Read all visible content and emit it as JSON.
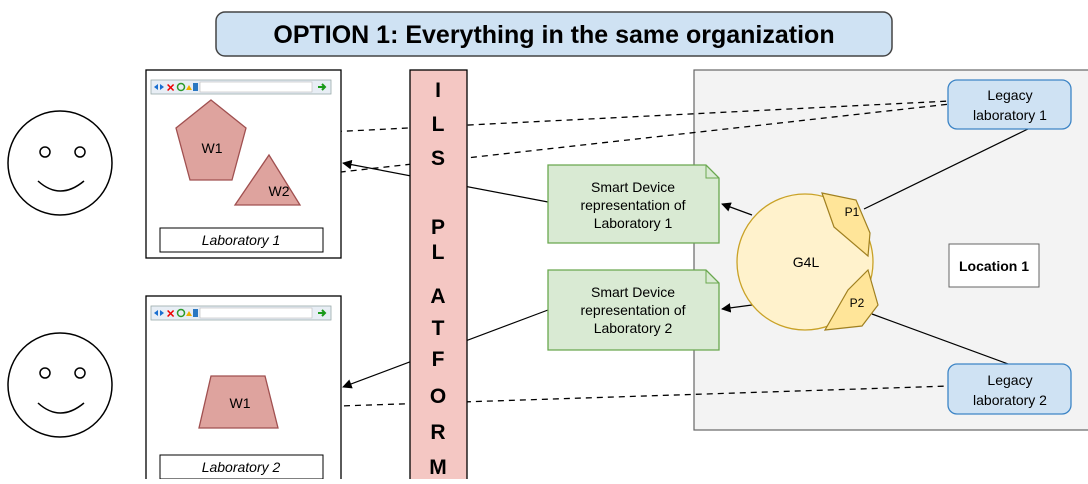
{
  "title": "OPTION 1: Everything in the same organization",
  "platform": {
    "letters": [
      "I",
      "L",
      "S",
      "P",
      "L",
      "A",
      "T",
      "F",
      "O",
      "R",
      "M"
    ]
  },
  "laboratory_1": {
    "label": "Laboratory 1",
    "widgets": [
      "W1",
      "W2"
    ]
  },
  "laboratory_2": {
    "label": "Laboratory 2",
    "widgets": [
      "W1"
    ]
  },
  "smart_device_1": {
    "lines": [
      "Smart Device",
      "representation of",
      "Laboratory 1"
    ]
  },
  "smart_device_2": {
    "lines": [
      "Smart Device",
      "representation of",
      "Laboratory 2"
    ]
  },
  "gateway": {
    "label": "G4L",
    "plug_1": "P1",
    "plug_2": "P2"
  },
  "location": {
    "label": "Location 1"
  },
  "legacy_1": {
    "lines": [
      "Legacy",
      "laboratory 1"
    ]
  },
  "legacy_2": {
    "lines": [
      "Legacy",
      "laboratory 2"
    ]
  },
  "colors": {
    "title_fill": "#cfe2f3",
    "title_stroke": "#444444",
    "platform_fill": "#f4c7c3",
    "widget_fill": "#dea39e",
    "widget_stroke": "#a05050",
    "smart_fill": "#d9ead3",
    "smart_stroke": "#6aa84f",
    "gateway_fill": "#fff2cc",
    "gateway_stroke": "#c9a227",
    "plug_fill": "#ffe599",
    "location_fill": "#f3f3f3",
    "legacy_fill": "#cfe2f3",
    "legacy_stroke": "#3d85c6"
  }
}
